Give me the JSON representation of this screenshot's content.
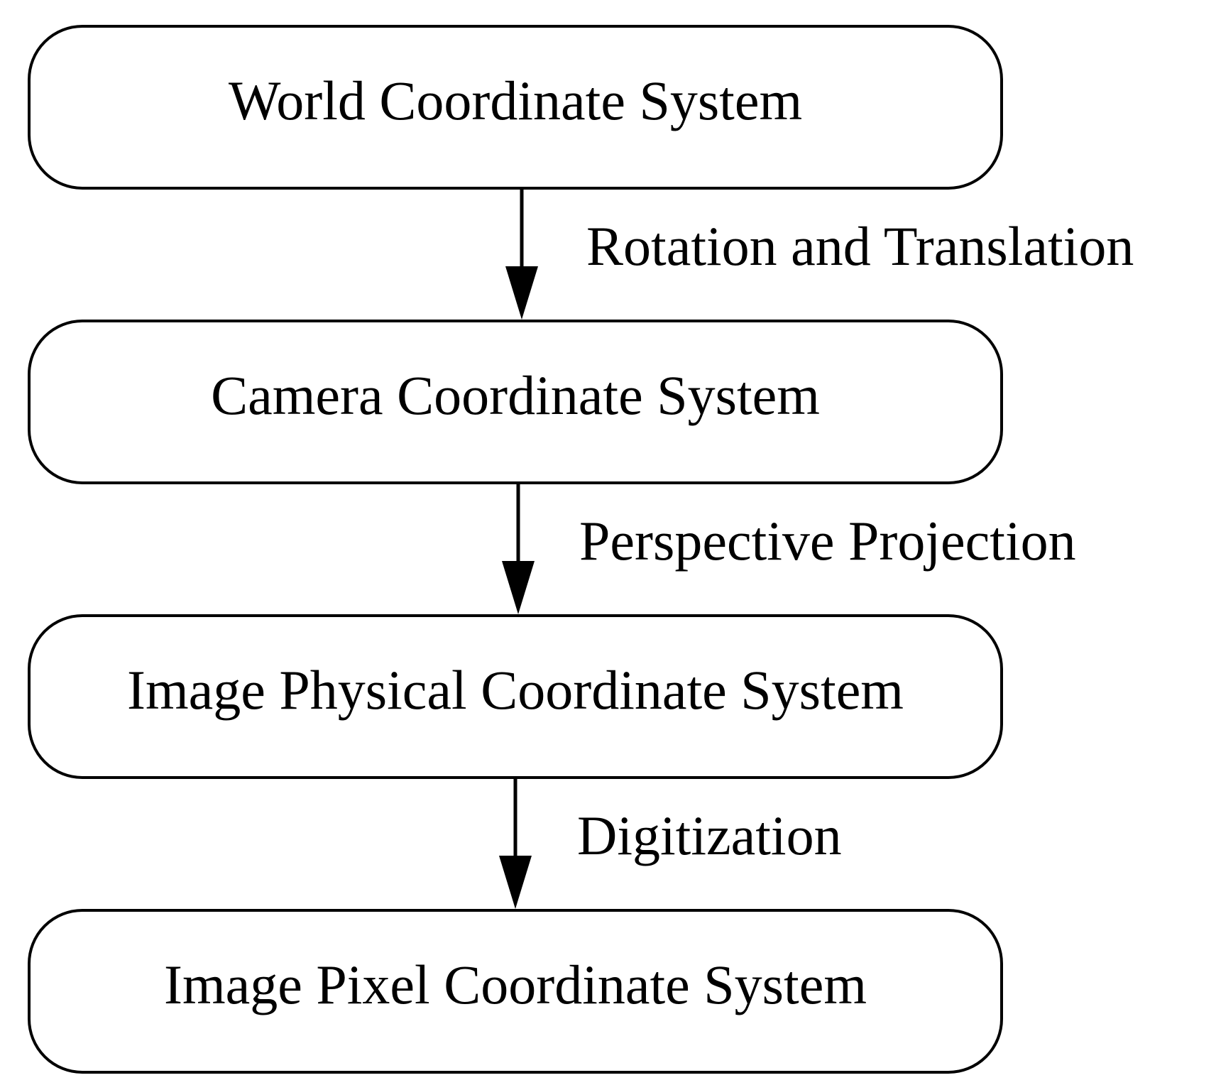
{
  "nodes": [
    {
      "label": "World Coordinate System"
    },
    {
      "label": "Camera Coordinate System"
    },
    {
      "label": "Image Physical Coordinate System"
    },
    {
      "label": "Image Pixel Coordinate System"
    }
  ],
  "edges": [
    {
      "label": "Rotation and Translation"
    },
    {
      "label": "Perspective Projection"
    },
    {
      "label": "Digitization"
    }
  ],
  "colors": {
    "stroke": "#000000",
    "fill": "#ffffff",
    "text": "#000000"
  }
}
